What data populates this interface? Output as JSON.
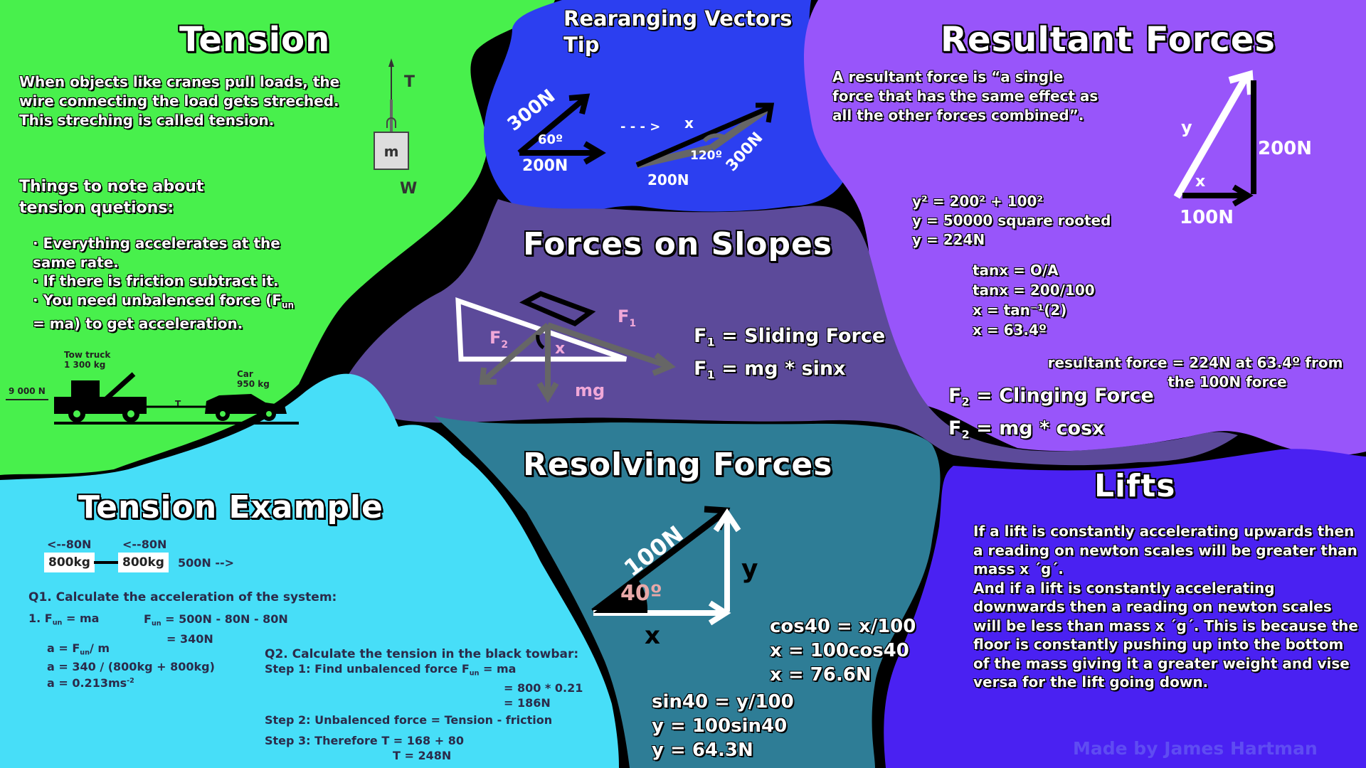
{
  "tension": {
    "title": "Tension",
    "intro": "When objects like cranes pull loads, the wire connecting the load gets streched. This streching is called tension.",
    "notes_heading": "Things to note about tension quetions:",
    "notes": [
      "· Everything accelerates at the same rate.",
      "· If there is friction subtract it.",
      "· You need unbalenced force (F",
      "un",
      " = ma) to get acceleration."
    ],
    "diagram": {
      "mass_label": "m",
      "t_label": "T",
      "w_label": "W"
    },
    "truck": {
      "truck_label": "Tow truck",
      "truck_mass": "1 300 kg",
      "car_label": "Car",
      "car_mass": "950 kg",
      "force": "9 000 N",
      "t_label": "T"
    }
  },
  "vectors_tip": {
    "title_line1": "Rearanging Vectors",
    "title_line2": "Tip",
    "labels": [
      "300N",
      "60º",
      "200N",
      "- - - >",
      "x",
      "120º",
      "300N",
      "200N"
    ]
  },
  "resultant": {
    "title": "Resultant Forces",
    "definition": "A resultant force is “a single force that has the same effect as all the other forces combined”.",
    "triangle": {
      "y": "y",
      "x": "x",
      "vertical": "200N",
      "horizontal": "100N"
    },
    "calc1": [
      "y² = 200² + 100²",
      "y = 50000 square rooted",
      "y = 224N"
    ],
    "calc2": [
      "tanx = O/A",
      "tanx = 200/100",
      "x = tan⁻¹(2)",
      "x = 63.4º"
    ],
    "conclusion_line1": "resultant force = 224N at 63.4º from",
    "conclusion_line2": "the 100N force"
  },
  "slopes": {
    "title": "Forces on Slopes",
    "diagram": {
      "f1": "F",
      "f1_sub": "1",
      "f2": "F",
      "f2_sub": "2",
      "x": "x",
      "mg": "mg"
    },
    "f1_def": "= Sliding Force",
    "f1_eq": "= mg * sinx",
    "f2_def": "= Clinging Force",
    "f2_eq": "= mg * cosx"
  },
  "example": {
    "title": "Tension Example",
    "left_force": "<--80N",
    "mid_force": "<--80N",
    "mass1": "800kg",
    "mass2": "800kg",
    "pull": "500N -->",
    "q1": "Q1. Calculate the acceleration of the system:",
    "q1_lines": [
      "1. F",
      "un",
      " = ma",
      "F",
      "un",
      " = 500N - 80N - 80N",
      "= 340N"
    ],
    "q1_a": [
      "a = F",
      "un",
      "/ m",
      "a = 340 / (800kg + 800kg)",
      "a = 0.213ms",
      "-2"
    ],
    "q2": "Q2. Calculate the tension in the black towbar:",
    "step1": [
      "Step 1: Find unbalenced force F",
      "un",
      " = ma",
      "= 800 * 0.21",
      "= 186N"
    ],
    "step2": "Step 2: Unbalenced force = Tension - friction",
    "step3": [
      "Step 3: Therefore T = 168 + 80",
      "T = 248N"
    ]
  },
  "resolving": {
    "title": "Resolving Forces",
    "diagram": {
      "force": "100N",
      "angle": "40º",
      "y": "y",
      "x": "x"
    },
    "cos": [
      "cos40 = x/100",
      "x = 100cos40",
      "x = 76.6N"
    ],
    "sin": [
      "sin40 = y/100",
      "y = 100sin40",
      "y = 64.3N"
    ]
  },
  "lifts": {
    "title": "Lifts",
    "text": "If a lift is constantly accelerating upwards then a reading on newton scales will be greater than mass x ´g´.\nAnd if a lift is constantly accelerating downwards then a reading on newton scales will be less than mass x ´g´. This is because the floor is constantly pushing up into the bottom of the mass giving it a greater weight and vise versa for the lift going down."
  },
  "credit": "Made by James Hartman",
  "colors": {
    "green": "#48f04c",
    "blue": "#2c3ff0",
    "violet": "#9855fa",
    "purple": "#5c4a9a",
    "cyan": "#47def8",
    "teal": "#2e7d96",
    "indigo": "#4a21f2"
  }
}
